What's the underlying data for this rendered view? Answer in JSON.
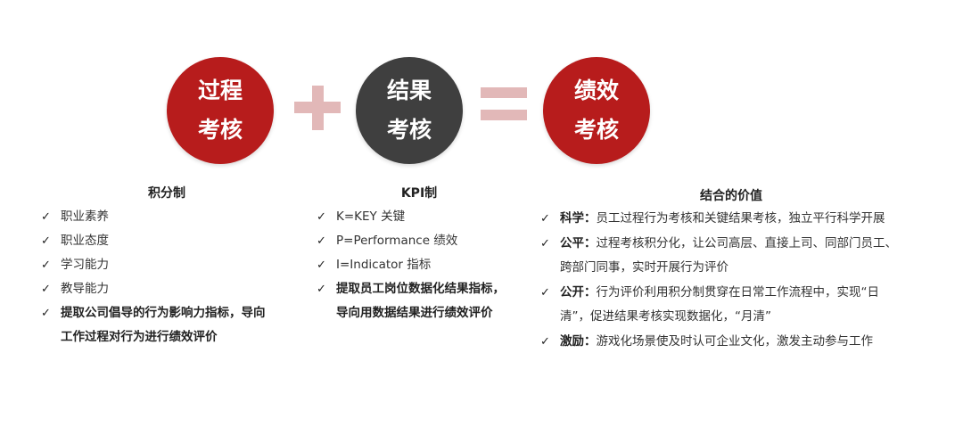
{
  "circles": {
    "process": {
      "line1": "过程",
      "line2": "考核",
      "color": "#b71c1c"
    },
    "result": {
      "line1": "结果",
      "line2": "考核",
      "color": "#3f3f3f"
    },
    "performance": {
      "line1": "绩效",
      "line2": "考核",
      "color": "#b71c1c"
    }
  },
  "operators": {
    "plus_icon": "plus-icon",
    "equals_icon": "equals-icon",
    "color": "#e2b8b8"
  },
  "points_system": {
    "title": "积分制",
    "items": [
      "职业素养",
      "职业态度",
      "学习能力",
      "教导能力"
    ],
    "highlight_line1": "提取公司倡导的行为影响力指标，导向",
    "highlight_line2": "工作过程对行为进行绩效评价"
  },
  "kpi_system": {
    "title": "KPI制",
    "items": [
      "K=KEY 关键",
      "P=Performance 绩效",
      "I=Indicator 指标"
    ],
    "highlight_line1": "提取员工岗位数据化结果指标，",
    "highlight_line2": "导向用数据结果进行绩效评价"
  },
  "combined_value": {
    "title": "结合的价值",
    "science": {
      "label": "科学：",
      "text": "员工过程行为考核和关键结果考核，独立平行科学开展"
    },
    "fairness": {
      "label": "公平：",
      "text": "过程考核积分化，让公司高层、直接上司、同部门员工、",
      "text2": "跨部门同事，实时开展行为评价"
    },
    "openness": {
      "label": "公开：",
      "text": "行为评价利用积分制贯穿在日常工作流程中，实现“日",
      "text2": "清”，促进结果考核实现数据化，“月清”"
    },
    "incentive": {
      "label": "激励：",
      "text": "游戏化场景使及时认可企业文化，激发主动参与工作"
    }
  },
  "check_mark": "✓"
}
